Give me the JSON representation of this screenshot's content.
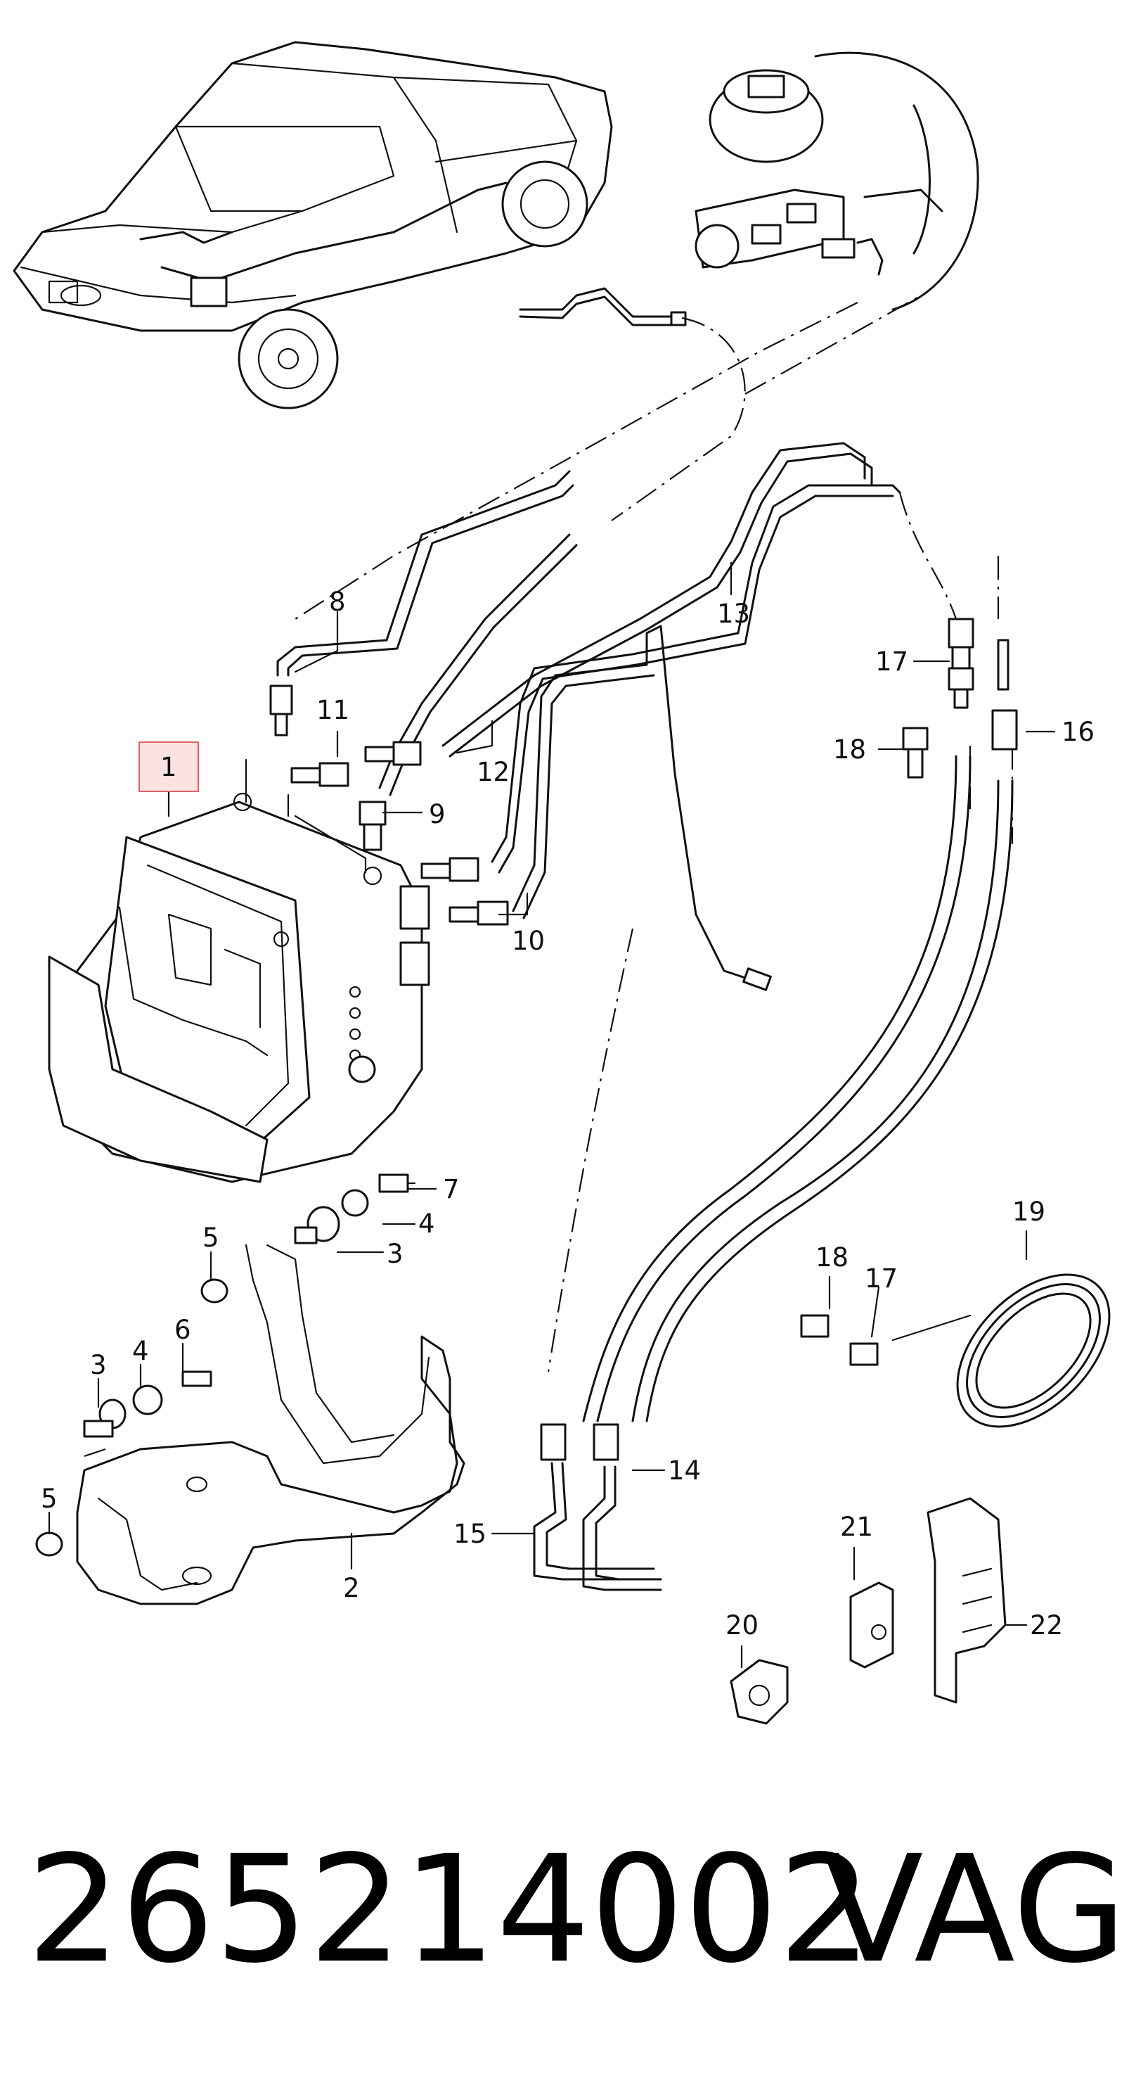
{
  "callouts": [
    {
      "id": "1",
      "highlighted": true
    },
    {
      "id": "2"
    },
    {
      "id": "3a",
      "text": "3"
    },
    {
      "id": "3b",
      "text": "3"
    },
    {
      "id": "4a",
      "text": "4"
    },
    {
      "id": "4b",
      "text": "4"
    },
    {
      "id": "5a",
      "text": "5"
    },
    {
      "id": "5b",
      "text": "5"
    },
    {
      "id": "6",
      "text": "6"
    },
    {
      "id": "7",
      "text": "7"
    },
    {
      "id": "8",
      "text": "8"
    },
    {
      "id": "9",
      "text": "9"
    },
    {
      "id": "10",
      "text": "10"
    },
    {
      "id": "11",
      "text": "11"
    },
    {
      "id": "12",
      "text": "12"
    },
    {
      "id": "13",
      "text": "13"
    },
    {
      "id": "14",
      "text": "14"
    },
    {
      "id": "15",
      "text": "15"
    },
    {
      "id": "16",
      "text": "16"
    },
    {
      "id": "17a",
      "text": "17"
    },
    {
      "id": "17b",
      "text": "17"
    },
    {
      "id": "18a",
      "text": "18"
    },
    {
      "id": "18b",
      "text": "18"
    },
    {
      "id": "19",
      "text": "19"
    },
    {
      "id": "20",
      "text": "20"
    },
    {
      "id": "21",
      "text": "21"
    },
    {
      "id": "22",
      "text": "22"
    }
  ],
  "labels": {
    "c1": "1",
    "c2": "2",
    "c3a": "3",
    "c3b": "3",
    "c4a": "4",
    "c4b": "4",
    "c5a": "5",
    "c5b": "5",
    "c6": "6",
    "c7": "7",
    "c8": "8",
    "c9": "9",
    "c10": "10",
    "c11": "11",
    "c12": "12",
    "c13": "13",
    "c14": "14",
    "c15": "15",
    "c16": "16",
    "c17a": "17",
    "c17b": "17",
    "c18a": "18",
    "c18b": "18",
    "c19": "19",
    "c20": "20",
    "c21": "21",
    "c22": "22"
  },
  "highlight_color": "#e06060",
  "footer": {
    "part_number": "265214002",
    "brand": "VAG"
  }
}
